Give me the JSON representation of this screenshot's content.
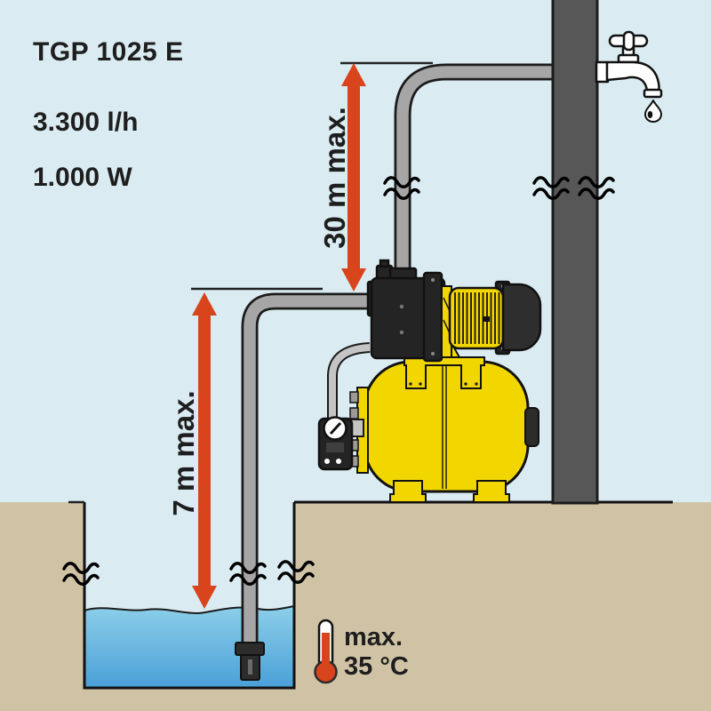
{
  "product": {
    "model": "TGP 1025 E",
    "flow_rate": "3.300 l/h",
    "power": "1.000 W"
  },
  "dimension_labels": {
    "delivery_head": "30 m max.",
    "suction_height": "7 m max."
  },
  "temperature_note": {
    "line1": "max.",
    "line2": "35 °C"
  },
  "colors": {
    "background": "#daecf2",
    "ground": "#d0c3a5",
    "wall": "#575757",
    "pipe": "#a6a6a6",
    "pipe_small": "#c4c4c4",
    "pump_yellow": "#f2d600",
    "arrow_red": "#d8441c",
    "water_top": "#8ccfe9",
    "water_bottom": "#4aa0d8",
    "outline": "#1c1c1c",
    "text": "#1e1e1e"
  }
}
